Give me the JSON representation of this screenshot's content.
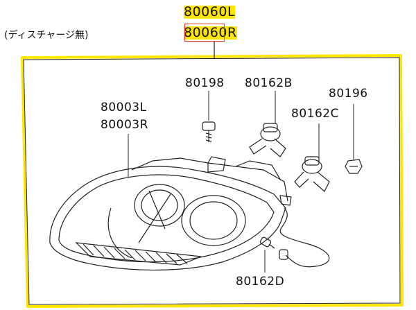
{
  "note": "(ディスチャージ無)",
  "part_numbers": {
    "assembly_left": "80060L",
    "assembly_right": "80060R",
    "lamp_left": "80003L",
    "lamp_right": "80003R",
    "screw": "80198",
    "bulb_b": "80162B",
    "cap": "80196",
    "bulb_c": "80162C",
    "bulb_d": "80162D"
  },
  "colors": {
    "highlight": "#ffe600",
    "box_outline": "#ffe600",
    "red_mark": "#e0392b"
  }
}
